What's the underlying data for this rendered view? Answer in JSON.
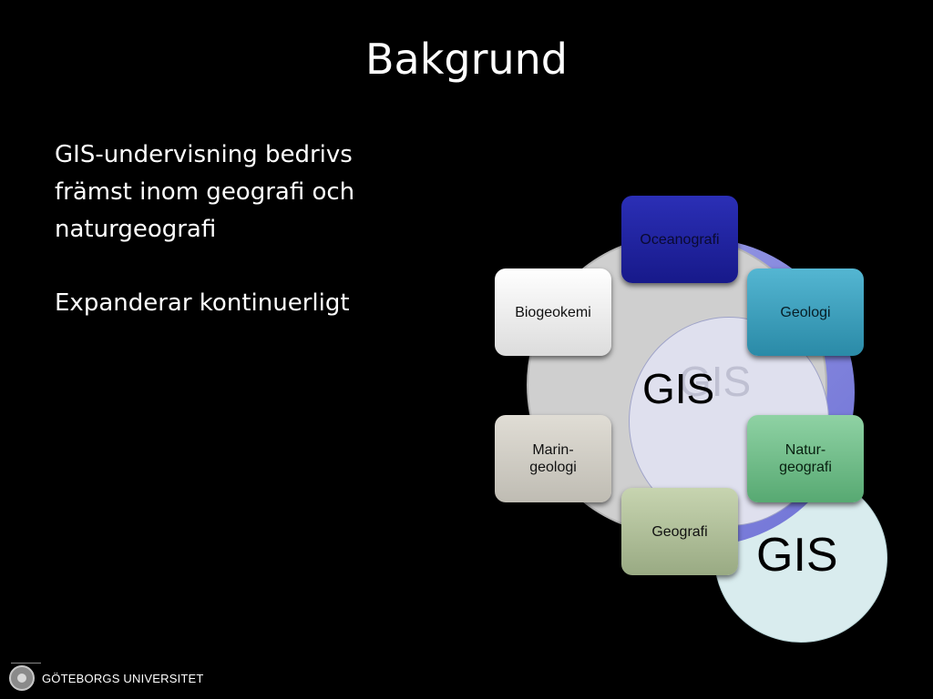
{
  "slide": {
    "title": "Bakgrund",
    "bullets": [
      {
        "lines": [
          "GIS-undervisning bedrivs",
          "främst inom geografi och",
          "naturgeografi"
        ]
      },
      {
        "lines": [
          "Expanderar kontinuerligt"
        ]
      }
    ]
  },
  "diagram": {
    "center_label": "GIS",
    "center_label_shadow": "GIS",
    "secondary_label": "GIS",
    "nodes": [
      {
        "label": "Oceanografi",
        "color": "#1e21a0"
      },
      {
        "label": "Geologi",
        "color": "#3a9fbd"
      },
      {
        "label": "Natur-\ngeografi",
        "color": "#73be8b"
      },
      {
        "label": "Geografi",
        "color": "#b0bf99"
      },
      {
        "label": "Marin-\ngeologi",
        "color": "#d0cdc4"
      },
      {
        "label": "Biogeokemi",
        "color": "#eeeeee"
      }
    ]
  },
  "footer": {
    "institution": "GÖTEBORGS UNIVERSITET",
    "logo_icon": "university-seal-icon"
  }
}
